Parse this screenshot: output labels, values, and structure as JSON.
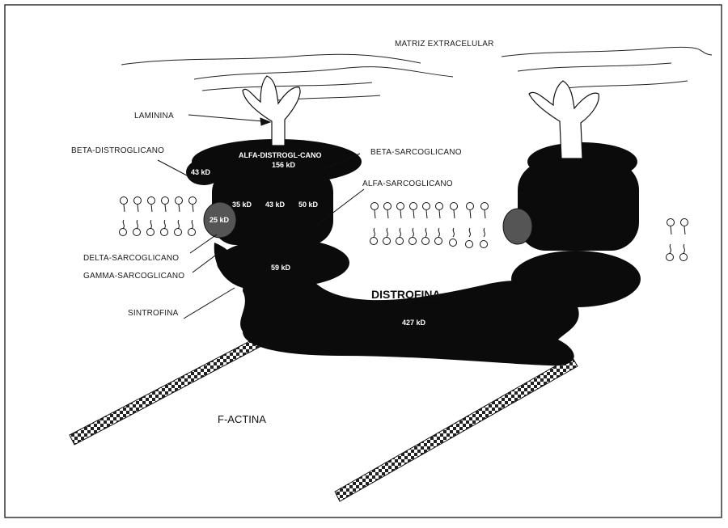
{
  "labels": {
    "matriz": "MATRIZ EXTRACELULAR",
    "laminina": "LAMININA",
    "beta_distroglicano": "BETA-DISTROGLICANO",
    "alfa_distroglicano": "ALFA-DISTROGL-CANO",
    "kd_156": "156 kD",
    "beta_sarcoglicano": "BETA-SARCOGLICANO",
    "kd_43a": "43 kD",
    "alfa_sarcoglicano": "ALFA-SARCOGLICANO",
    "kd_35": "35 kD",
    "kd_43b": "43 kD",
    "kd_50": "50 kD",
    "kd_25": "25 kD",
    "delta_sarcoglicano": "DELTA-SARCOGLICANO",
    "gamma_sarcoglicano": "GAMMA-SARCOGLICANO",
    "kd_59": "59 kD",
    "sintrofina": "SINTROFINA",
    "distrofina": "DISTROFINA",
    "kd_427": "427 kD",
    "f_actina": "F-ACTINA"
  }
}
